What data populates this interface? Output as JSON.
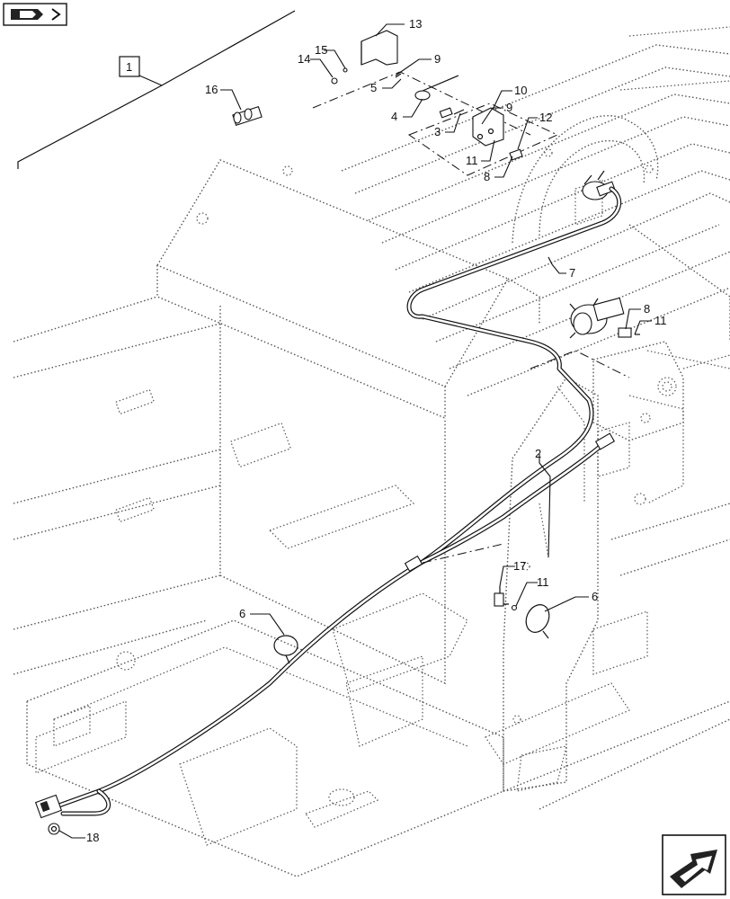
{
  "nav": {
    "top_left_icon": "book-arrow-icon",
    "bottom_right_icon": "next-page-arrow-icon"
  },
  "assembly_callout": "1",
  "callouts": {
    "c2": "2",
    "c3": "3",
    "c4": "4",
    "c5": "5",
    "c6a": "6",
    "c6b": "6",
    "c7": "7",
    "c8a": "8",
    "c8b": "8",
    "c9a": "9",
    "c9b": "9",
    "c10": "10",
    "c11a": "11",
    "c11b": "11",
    "c11c": "11",
    "c12": "12",
    "c13": "13",
    "c14": "14",
    "c15": "15",
    "c16": "16",
    "c17": "17",
    "c18": "18"
  }
}
